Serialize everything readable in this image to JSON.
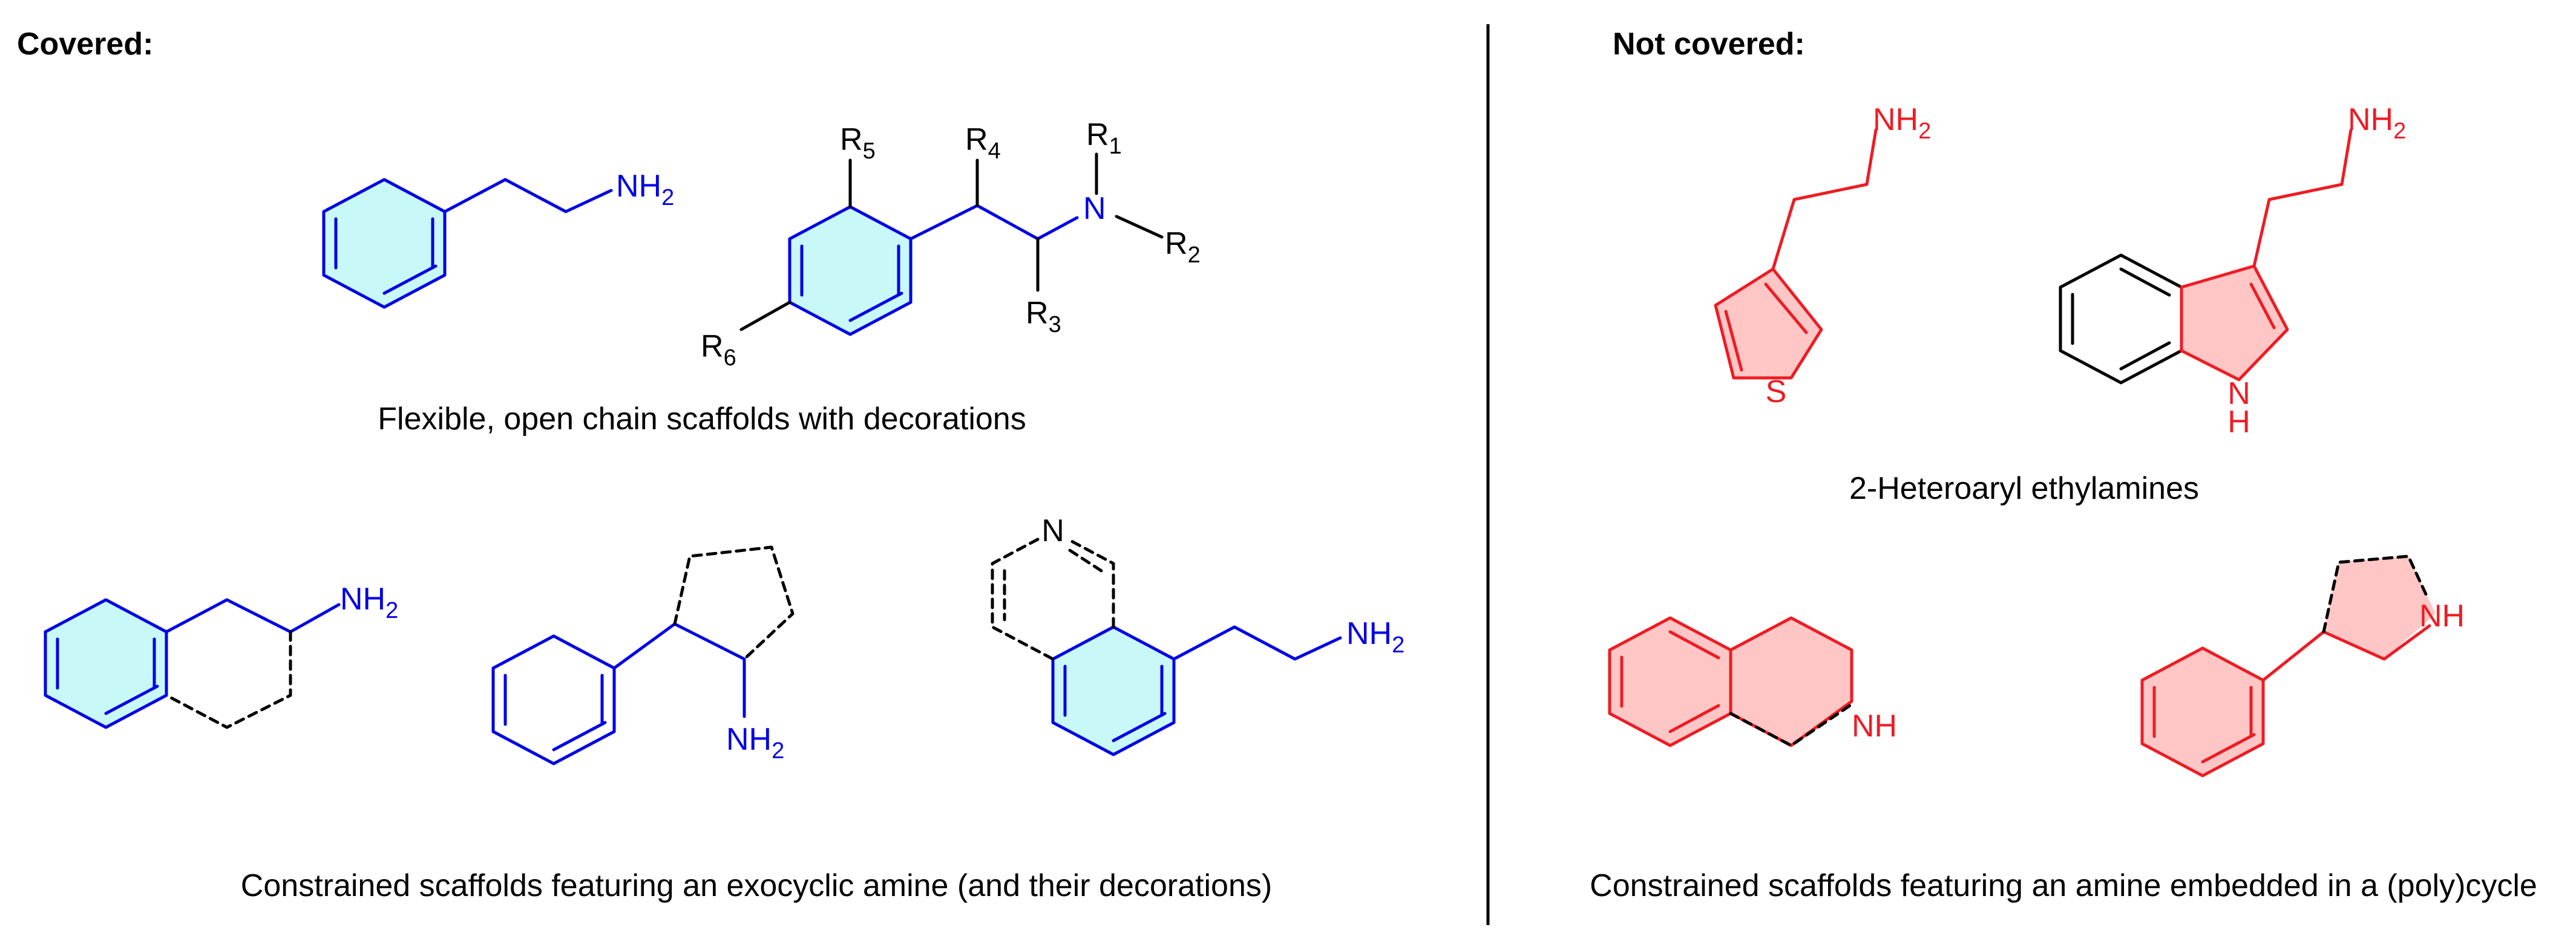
{
  "headings": {
    "covered": "Covered:",
    "not_covered": "Not covered:"
  },
  "captions": {
    "flexible": "Flexible, open chain scaffolds with decorations",
    "constrained_exocyclic": "Constrained scaffolds featuring an exocyclic amine (and their decorations)",
    "heteroaryl": "2-Heteroaryl ethylamines",
    "constrained_embedded": "Constrained scaffolds featuring an amine embedded in a (poly)cycle"
  },
  "labels": {
    "nh2": {
      "main": "NH",
      "sub": "2"
    },
    "nh": "NH",
    "n": "N",
    "s": "S",
    "h": "H",
    "r1": {
      "main": "R",
      "sub": "1"
    },
    "r2": {
      "main": "R",
      "sub": "2"
    },
    "r3": {
      "main": "R",
      "sub": "3"
    },
    "r4": {
      "main": "R",
      "sub": "4"
    },
    "r5": {
      "main": "R",
      "sub": "5"
    },
    "r6": {
      "main": "R",
      "sub": "6"
    }
  },
  "colors": {
    "covered": "#0000e6",
    "covered_fill": "#c8f8f8",
    "not_covered": "#ee1c24",
    "not_covered_fill": "#ffc6c6",
    "neutral": "#000000",
    "divider": "#000000"
  }
}
